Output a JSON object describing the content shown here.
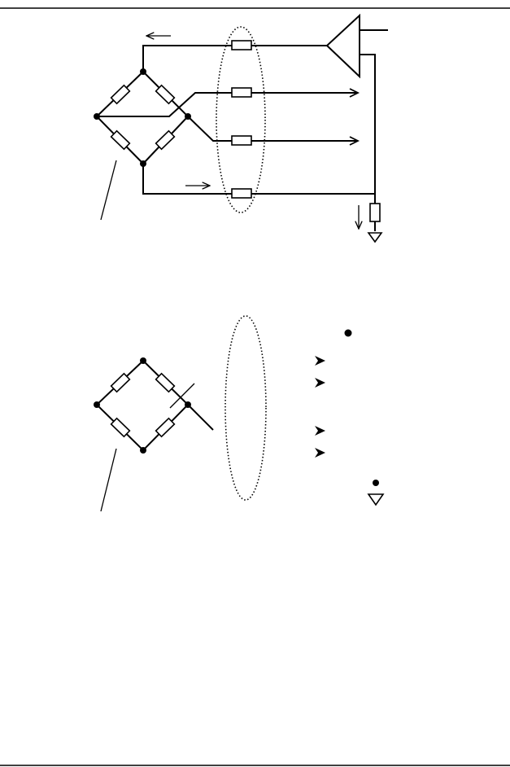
{
  "document": {
    "header_rule": true,
    "footer_rule": true
  },
  "figures": [
    {
      "id": "bridge-circuit-with-cable",
      "components": [
        "wheatstone-bridge",
        "cable-shield-ellipse",
        "cable-resistors",
        "amplifier",
        "ground-resistor",
        "ground-symbol",
        "current-arrows",
        "leader-line"
      ]
    },
    {
      "id": "bridge-legend",
      "components": [
        "wheatstone-bridge",
        "strike-line",
        "cable-shield-ellipse",
        "legend-node",
        "legend-arrows",
        "legend-ground"
      ]
    }
  ],
  "colors": {
    "ink": "#000000",
    "paper": "#ffffff"
  }
}
